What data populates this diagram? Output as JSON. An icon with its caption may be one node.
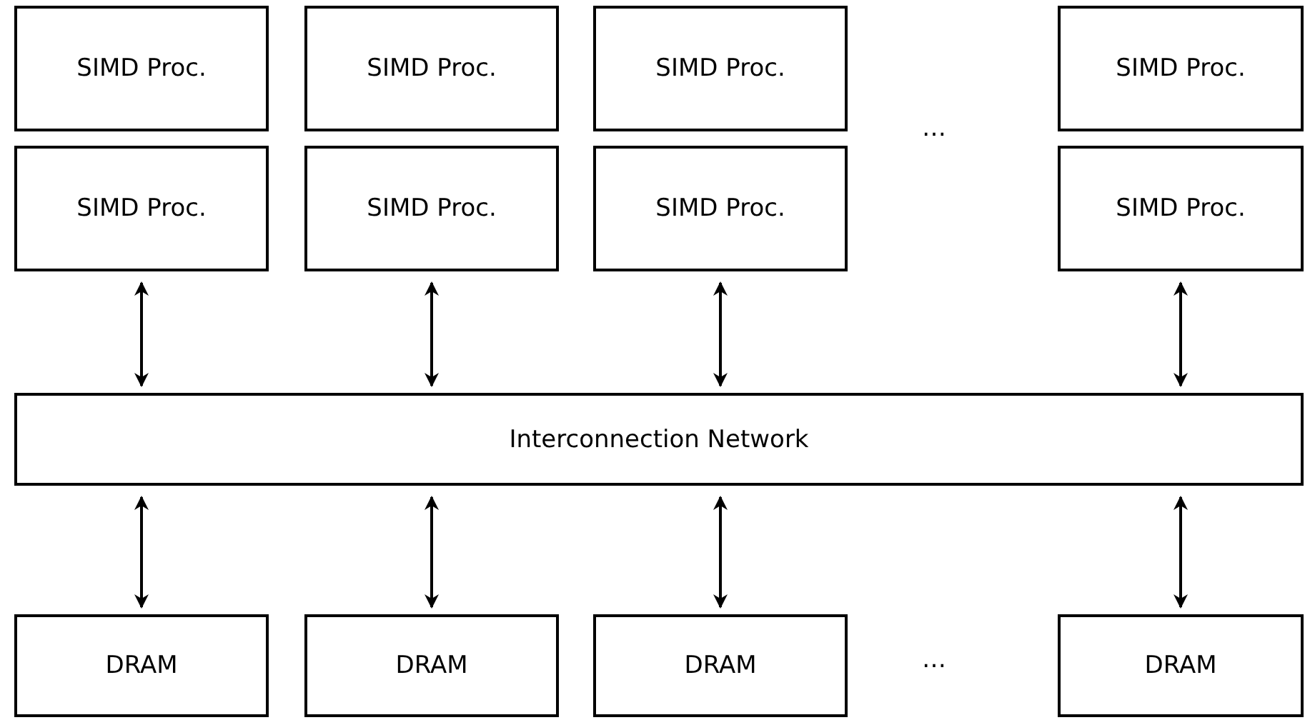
{
  "diagram": {
    "nodes": [
      {
        "text": [
          "SIMD Proc."
        ]
      },
      {
        "text": [
          "SIMD Proc."
        ]
      },
      {
        "text": [
          "SIMD Proc."
        ]
      },
      {
        "text": [
          "SIMD Proc."
        ]
      },
      {
        "text": [
          "SIMD Proc."
        ]
      },
      {
        "text": [
          "SIMD Proc."
        ]
      },
      {
        "text": [
          "SIMD Proc."
        ]
      },
      {
        "text": [
          "SIMD Proc."
        ]
      },
      {
        "text": [
          "Interconnection Network"
        ]
      },
      {
        "text": [
          "DRAM"
        ]
      },
      {
        "text": [
          "DRAM"
        ]
      },
      {
        "text": [
          "DRAM"
        ]
      },
      {
        "text": [
          "DRAM"
        ]
      }
    ],
    "edges": [
      {
        "from": 4,
        "to": 8,
        "arrow": "both"
      },
      {
        "from": 5,
        "to": 8,
        "arrow": "both"
      },
      {
        "from": 6,
        "to": 8,
        "arrow": "both"
      },
      {
        "from": 7,
        "to": 8,
        "arrow": "both"
      },
      {
        "from": 8,
        "to": 9,
        "arrow": "both"
      },
      {
        "from": 8,
        "to": 10,
        "arrow": "both"
      },
      {
        "from": 8,
        "to": 11,
        "arrow": "both"
      },
      {
        "from": 8,
        "to": 12,
        "arrow": "both"
      }
    ],
    "labels": [
      "…",
      "…"
    ]
  }
}
